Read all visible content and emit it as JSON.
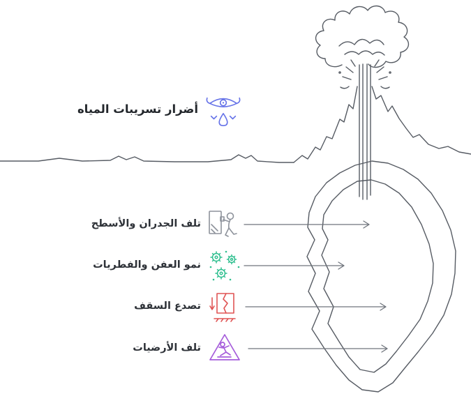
{
  "diagram": {
    "background": "#ffffff",
    "line_color": "#565b63",
    "arrow_color": "#6f747c",
    "text_color": "#2e3238",
    "title": {
      "label": "أضرار تسريبات المياه",
      "color": "#6673e8"
    },
    "items": [
      {
        "label": "تلف الجدران والأسطح",
        "color": "#8d929b"
      },
      {
        "label": "نمو العفن والفطريات",
        "color": "#2fbf8f"
      },
      {
        "label": "تصدع السقف",
        "color": "#e05555"
      },
      {
        "label": "تلف الأرضيات",
        "color": "#a65ddb"
      }
    ]
  }
}
